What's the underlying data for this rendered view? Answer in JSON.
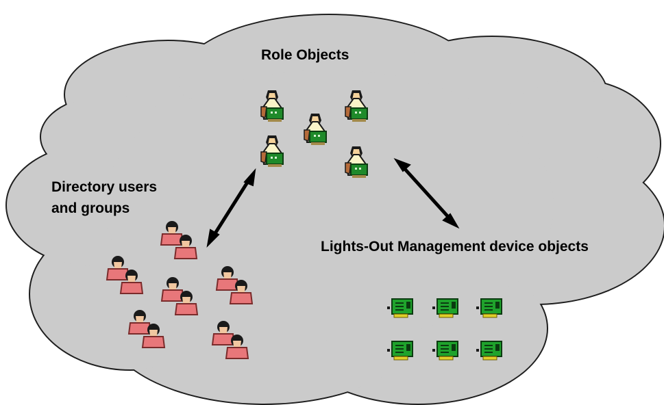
{
  "diagram": {
    "labels": {
      "role_objects": "Role Objects",
      "directory_users_line1": "Directory users",
      "directory_users_line2": "and groups",
      "lom_devices": "Lights-Out Management device objects"
    },
    "icons": {
      "role_objects": "role-object-icon",
      "users": "user-group-icon",
      "devices": "management-card-icon"
    },
    "colors": {
      "cloud_fill": "#cbcbcb",
      "cloud_stroke": "#1e1e1e",
      "arrow": "#000000",
      "user_shirt": "#e8777a",
      "role_card": "#1f8a2a",
      "device_card": "#1fa32c"
    }
  }
}
